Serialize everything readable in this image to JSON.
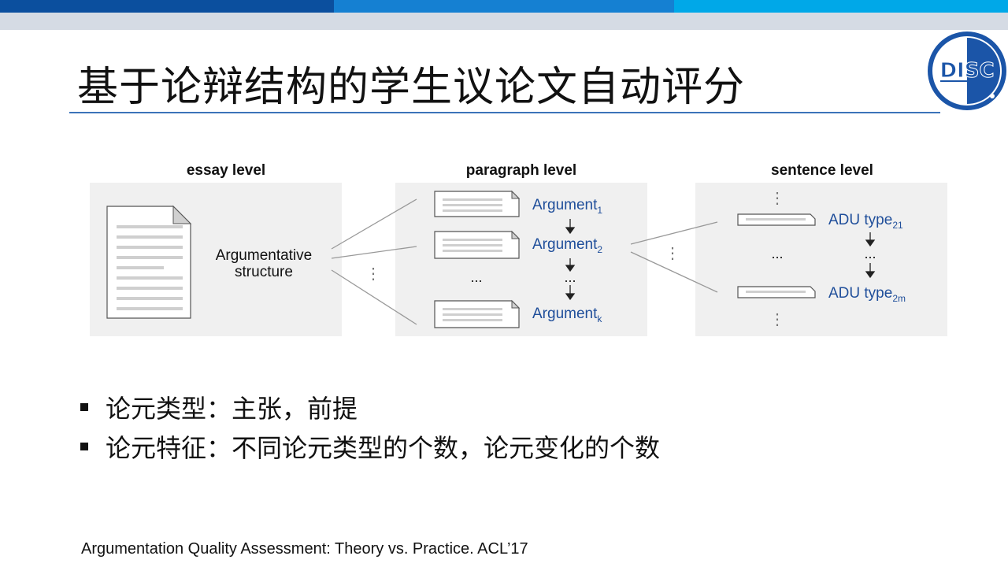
{
  "slide": {
    "title": "基于论辩结构的学生议论文自动评分",
    "colors": {
      "bar_dark": "#0b4f9e",
      "bar_mid": "#1580d2",
      "bar_light": "#00a8e8",
      "sub_bar": "#d5dbe4",
      "rule": "#3b73b9",
      "figure_panel": "#f0f0f0",
      "figure_text_blue": "#1f4e9a"
    },
    "logo": {
      "text": "DISC",
      "icon": "disc-logo-icon"
    }
  },
  "figure": {
    "essay_level": {
      "heading": "essay level",
      "label_line1": "Argumentative",
      "label_line2": "structure"
    },
    "paragraph_level": {
      "heading": "paragraph level",
      "arg1_base": "Argument",
      "arg1_sub": "1",
      "arg2_base": "Argument",
      "arg2_sub": "2",
      "argk_base": "Argument",
      "argk_sub": "k",
      "ellipsis": "...",
      "vert_ellipsis": "⋮"
    },
    "sentence_level": {
      "heading": "sentence level",
      "adu1_base": "ADU type",
      "adu1_sub": "21",
      "adu2_base": "ADU type",
      "adu2_sub": "2m",
      "ellipsis": "...",
      "vert_ellipsis": "⋮"
    },
    "between_vert_ellipsis": "⋮"
  },
  "bullets": [
    "论元类型：主张，前提",
    "论元特征：不同论元类型的个数，论元变化的个数"
  ],
  "citation": "Argumentation Quality Assessment: Theory vs. Practice. ACL’17"
}
